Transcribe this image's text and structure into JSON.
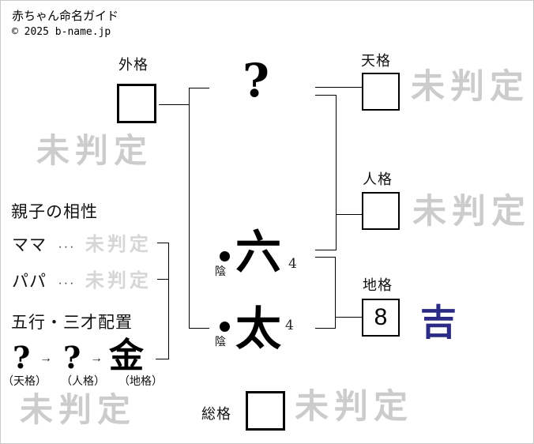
{
  "header": {
    "title": "赤ちゃん命名ガイド",
    "copyright": "© 2025 b-name.jp"
  },
  "colors": {
    "watermark_gray": "#cccccc",
    "kichi_navy": "#2b2b85",
    "line_black": "#000000"
  },
  "diagram": {
    "surname_placeholder": "?",
    "kaku": {
      "gaikaku": {
        "label": "外格",
        "value": "",
        "status": "未判定"
      },
      "tenkaku": {
        "label": "天格",
        "value": "",
        "status": "未判定"
      },
      "jinkaku": {
        "label": "人格",
        "value": "",
        "status": "未判定"
      },
      "chikaku": {
        "label": "地格",
        "value": "8",
        "status": "吉"
      },
      "soukaku": {
        "label": "総格",
        "value": "",
        "status": "未判定"
      }
    },
    "name_chars": [
      {
        "char": "六",
        "strokes": "4",
        "inyo": "陰"
      },
      {
        "char": "太",
        "strokes": "4",
        "inyo": "陰"
      }
    ]
  },
  "compatibility": {
    "heading": "親子の相性",
    "rows": [
      {
        "label": "ママ",
        "dots": "···",
        "status": "未判定"
      },
      {
        "label": "パパ",
        "dots": "···",
        "status": "未判定"
      }
    ]
  },
  "gogyo": {
    "heading": "五行・三才配置",
    "arrow": "→",
    "items": [
      {
        "element": "?",
        "label": "（天格）"
      },
      {
        "element": "?",
        "label": "（人格）"
      },
      {
        "element": "金",
        "label": "（地格）"
      }
    ]
  }
}
